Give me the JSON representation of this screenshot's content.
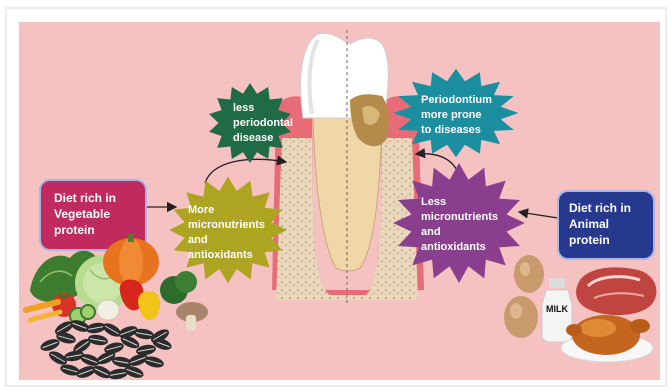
{
  "colors": {
    "background": "#f6c1c1",
    "vegetable_box": "#c02a5e",
    "animal_box": "#27398f",
    "star_green": "#1f6b45",
    "star_yellow": "#ada421",
    "star_teal": "#1b8ea0",
    "star_purple": "#8a3f8e"
  },
  "boxes": {
    "vegetable": [
      "Diet rich in",
      "Vegetable",
      "protein"
    ],
    "animal": [
      "Diet rich in",
      "Animal",
      "protein"
    ]
  },
  "stars": {
    "less_periodontal": [
      "less",
      "periodontal",
      "disease"
    ],
    "more_micronutrients": [
      "More",
      "micronutrients",
      "and",
      "antioxidants"
    ],
    "periodontium": [
      "Periodontium",
      "more prone",
      "to diseases"
    ],
    "less_micronutrients": [
      "Less",
      "micronutrients",
      "and",
      "antioxidants"
    ]
  },
  "food_labels": {
    "milk": "MILK"
  },
  "icons": {
    "vegetables": "vegetables-illustration",
    "seeds": "sunflower-seeds-illustration",
    "eggs": "eggs-illustration",
    "milk": "milk-bottle-icon",
    "meat": "steak-illustration",
    "chicken": "roast-chicken-illustration"
  }
}
